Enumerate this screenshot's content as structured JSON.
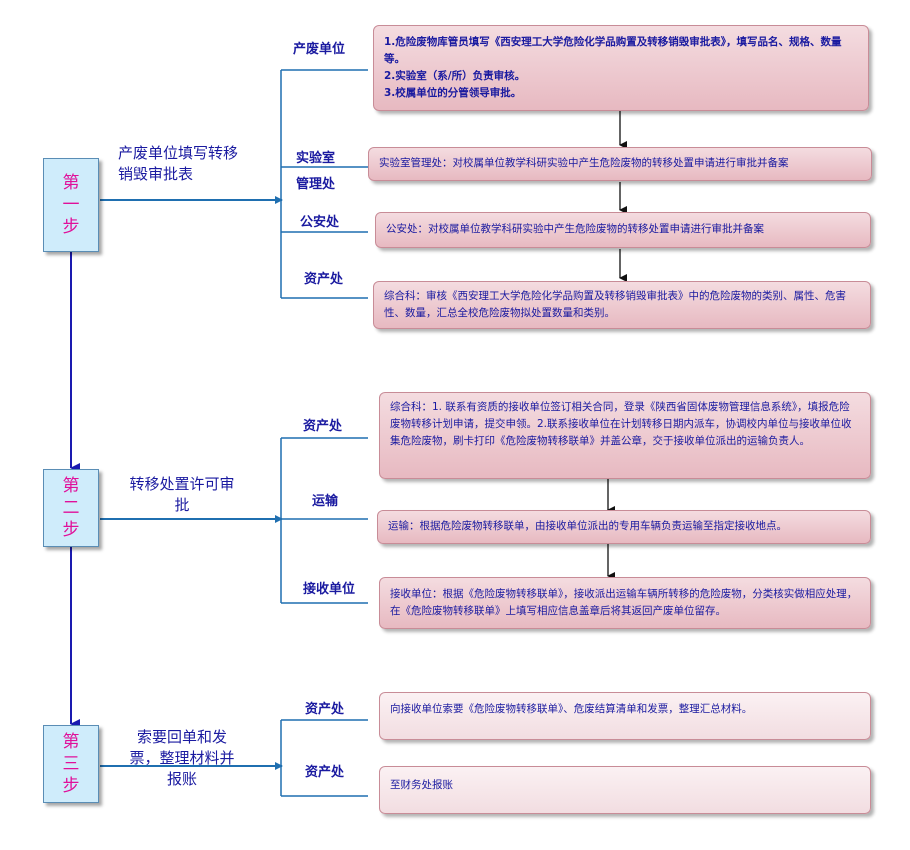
{
  "steps": [
    {
      "label": "第一步",
      "desc": "产废单位填写转移销毁审批表",
      "departments": [
        "产废单位",
        "实验室管理处",
        "公安处",
        "资产处"
      ],
      "boxes": [
        [
          "1.危险废物库管员填写《西安理工大学危险化学品购置及转移销毁审批表》，填写品名、规格、数量等。",
          "2.实验室（系/所）负责审核。",
          "3.校属单位的分管领导审批。"
        ],
        [
          "实验室管理处：对校属单位教学科研实验中产生危险废物的转移处置申请进行审批并备案"
        ],
        [
          "公安处：对校属单位教学科研实验中产生危险废物的转移处置申请进行审批并备案"
        ],
        [
          "综合科：审核《西安理工大学危险化学品购置及转移销毁审批表》中的危险废物的类别、属性、危害性、数量，汇总全校危险废物拟处置数量和类别。"
        ]
      ]
    },
    {
      "label": "第二步",
      "desc": "转移处置许可审批",
      "departments": [
        "资产处",
        "运输",
        "接收单位"
      ],
      "boxes": [
        [
          "综合科：1. 联系有资质的接收单位签订相关合同，登录《陕西省固体废物管理信息系统》，填报危险废物转移计划申请，提交申领。2.联系接收单位在计划转移日期内派车，协调校内单位与接收单位收集危险废物，刷卡打印《危险废物转移联单》并盖公章，交于接收单位派出的运输负责人。"
        ],
        [
          "运输：根据危险废物转移联单，由接收单位派出的专用车辆负责运输至指定接收地点。"
        ],
        [
          "接收单位：根据《危险废物转移联单》，接收派出运输车辆所转移的危险废物，分类核实做相应处理，在《危险废物转移联单》上填写相应信息盖章后将其返回产废单位留存。"
        ]
      ]
    },
    {
      "label": "第三步",
      "desc": "索要回单和发票，整理材料并报账",
      "departments": [
        "资产处",
        "资产处"
      ],
      "boxes": [
        [
          "向接收单位索要《危险废物转移联单》、危废结算清单和发票，整理汇总材料。"
        ],
        [
          "至财务处报账"
        ]
      ]
    }
  ]
}
